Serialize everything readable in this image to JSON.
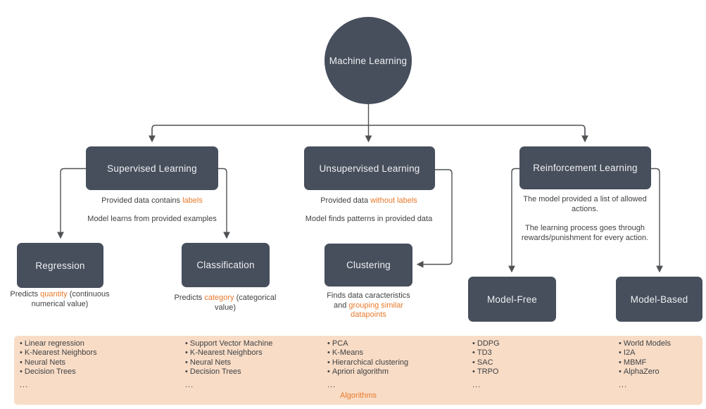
{
  "colors": {
    "node_fill": "#474E5C",
    "node_text": "#EFF1F3",
    "accent": "#E8782A",
    "band_fill": "#F8DCC6",
    "body_text": "#3F4143",
    "line": "#4F5255"
  },
  "root": {
    "label": "Machine Learning"
  },
  "supervised": {
    "title": "Supervised Learning",
    "note1": {
      "pre": "Provided data contains ",
      "accent": "labels",
      "post": ""
    },
    "note2": "Model learns from provided examples"
  },
  "unsupervised": {
    "title": "Unsupervised Learning",
    "note1": {
      "pre": "Provided data ",
      "accent": "without labels",
      "post": ""
    },
    "note2": "Model finds patterns in provided data"
  },
  "reinforcement": {
    "title": "Reinforcement Learning",
    "note1": "The model provided a list of allowed actions.",
    "note2": "The learning process goes through rewards/punishment for every action."
  },
  "regression": {
    "title": "Regression",
    "note": {
      "pre": "Predicts ",
      "accent": "quantity",
      "post": " (continuous numerical value)"
    }
  },
  "classification": {
    "title": "Classification",
    "note": {
      "pre": "Predicts ",
      "accent": "category",
      "post": " (categorical value)"
    }
  },
  "clustering": {
    "title": "Clustering",
    "note": {
      "pre": "Finds data caracteristics and ",
      "accent": "grouping similar datapoints",
      "post": ""
    }
  },
  "model_free": {
    "title": "Model-Free"
  },
  "model_based": {
    "title": "Model-Based"
  },
  "algorithms": {
    "label": "Algorithms",
    "groups": [
      {
        "items": [
          "Linear regression",
          "K-Nearest Neighbors",
          "Neural Nets",
          "Decision Trees"
        ],
        "more": "..."
      },
      {
        "items": [
          "Support Vector Machine",
          "K-Nearest Neighbors",
          "Neural Nets",
          "Decision Trees"
        ],
        "more": "..."
      },
      {
        "items": [
          "PCA",
          "K-Means",
          "Hierarchical clustering",
          "Apriori algorithm"
        ],
        "more": "..."
      },
      {
        "items": [
          "DDPG",
          "TD3",
          "SAC",
          "TRPO"
        ],
        "more": "..."
      },
      {
        "items": [
          "World Models",
          "I2A",
          "MBMF",
          "AlphaZero"
        ],
        "more": "..."
      }
    ]
  }
}
